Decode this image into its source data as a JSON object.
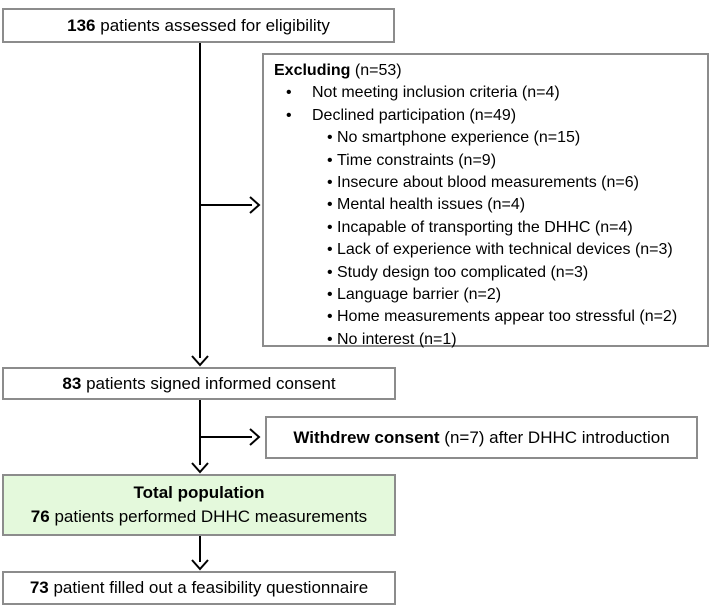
{
  "flow": {
    "bullet": "•",
    "assessed": {
      "bold": "136",
      "text": " patients assessed for eligibility"
    },
    "excluding": {
      "title_bold": "Excluding",
      "title_rest": " (n=53)",
      "level1": [
        "Not meeting inclusion criteria (n=4)",
        "Declined participation (n=49)"
      ],
      "level2": [
        "No smartphone experience (n=15)",
        "Time constraints (n=9)",
        "Insecure about blood measurements (n=6)",
        "Mental health issues (n=4)",
        "Incapable of transporting the DHHC (n=4)",
        "Lack of experience with technical devices (n=3)",
        "Study design too complicated (n=3)",
        "Language barrier (n=2)",
        "Home measurements appear too stressful (n=2)",
        "No interest (n=1)"
      ]
    },
    "consent": {
      "bold": "83",
      "text": " patients signed informed consent"
    },
    "withdrew": {
      "bold": "Withdrew consent",
      "text": " (n=7) after DHHC introduction"
    },
    "total": {
      "title": "Total population",
      "bold": "76",
      "text": " patients performed DHHC measurements"
    },
    "questionnaire": {
      "bold": "73",
      "text": " patient filled out a feasibility questionnaire"
    },
    "colors": {
      "highlight_bg": "#e4f9dc",
      "box_border": "#8c8c8c",
      "arrow": "#000000"
    }
  }
}
